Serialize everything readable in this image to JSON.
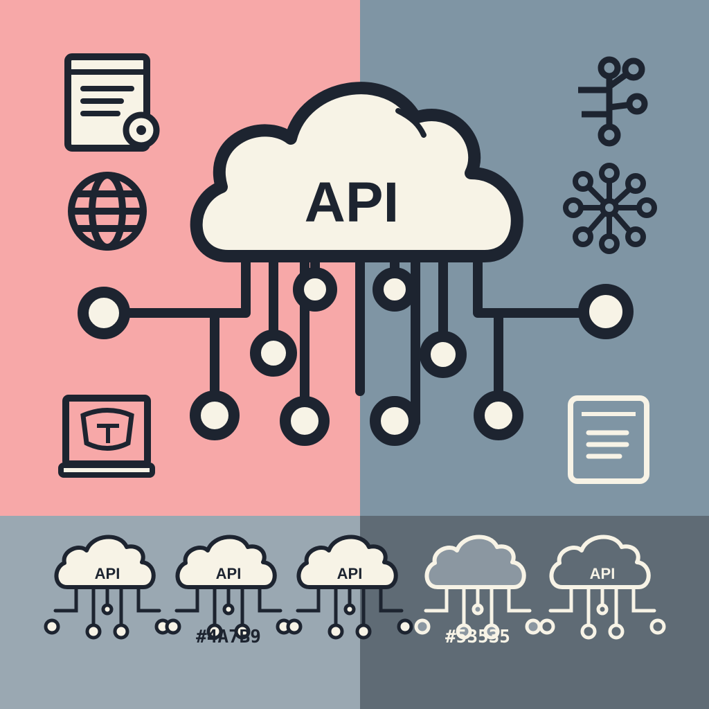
{
  "colors": {
    "pink": "#f7a8a8",
    "blue": "#7f95a4",
    "bottom_left": "#9aa8b2",
    "bottom_right": "#5f6b75",
    "ink": "#1d2430",
    "cream": "#f7f3e6"
  },
  "main_icon": {
    "label": "API"
  },
  "variants": [
    {
      "label": "API",
      "caption": ""
    },
    {
      "label": "API",
      "caption": "#4A7B9"
    },
    {
      "label": "API",
      "caption": ""
    },
    {
      "label": "",
      "caption": "#53535"
    },
    {
      "label": "API",
      "caption": ""
    }
  ],
  "side_icons": {
    "left": [
      "document-window-icon",
      "globe-icon",
      "laptop-icon"
    ],
    "right": [
      "network-tree-icon",
      "hub-network-icon",
      "document-icon"
    ]
  }
}
